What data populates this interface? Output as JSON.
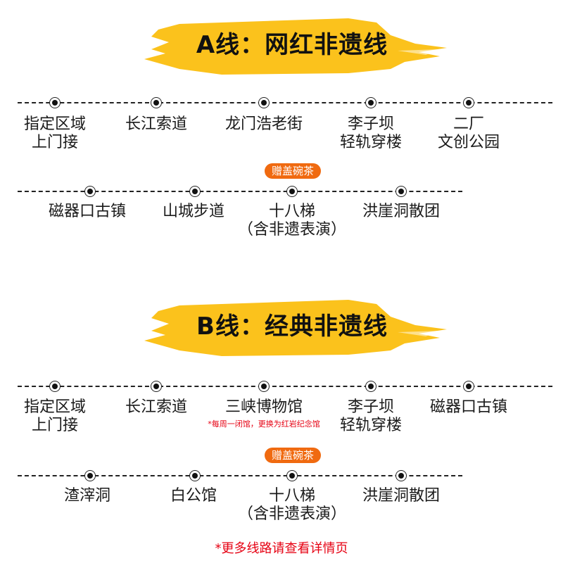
{
  "colors": {
    "brush": "#fbc21c",
    "badge": "#f06a10",
    "note_red": "#e60012",
    "text": "#1a1a1a"
  },
  "route_a": {
    "title": "A线：网红非遗线",
    "row1": [
      {
        "name": "指定区域",
        "sub": "上门接"
      },
      {
        "name": "长江索道",
        "sub": ""
      },
      {
        "name": "龙门浩老街",
        "sub": ""
      },
      {
        "name": "李子坝",
        "sub": "轻轨穿楼"
      },
      {
        "name": "二厂",
        "sub": "文创公园"
      }
    ],
    "badge": "赠盖碗茶",
    "row2": [
      {
        "name": "磁器口古镇",
        "sub": ""
      },
      {
        "name": "山城步道",
        "sub": ""
      },
      {
        "name": "十八梯",
        "sub": "（含非遗表演）"
      },
      {
        "name": "洪崖洞散团",
        "sub": ""
      }
    ]
  },
  "route_b": {
    "title": "B线：经典非遗线",
    "row1": [
      {
        "name": "指定区域",
        "sub": "上门接"
      },
      {
        "name": "长江索道",
        "sub": ""
      },
      {
        "name": "三峡博物馆",
        "sub": ""
      },
      {
        "name": "李子坝",
        "sub": "轻轨穿楼"
      },
      {
        "name": "磁器口古镇",
        "sub": ""
      }
    ],
    "note": "*每周一闭馆，更换为红岩纪念馆",
    "badge": "赠盖碗茶",
    "row2": [
      {
        "name": "渣滓洞",
        "sub": ""
      },
      {
        "name": "白公馆",
        "sub": ""
      },
      {
        "name": "十八梯",
        "sub": "（含非遗表演）"
      },
      {
        "name": "洪崖洞散团",
        "sub": ""
      }
    ]
  },
  "footer": "*更多线路请查看详情页"
}
